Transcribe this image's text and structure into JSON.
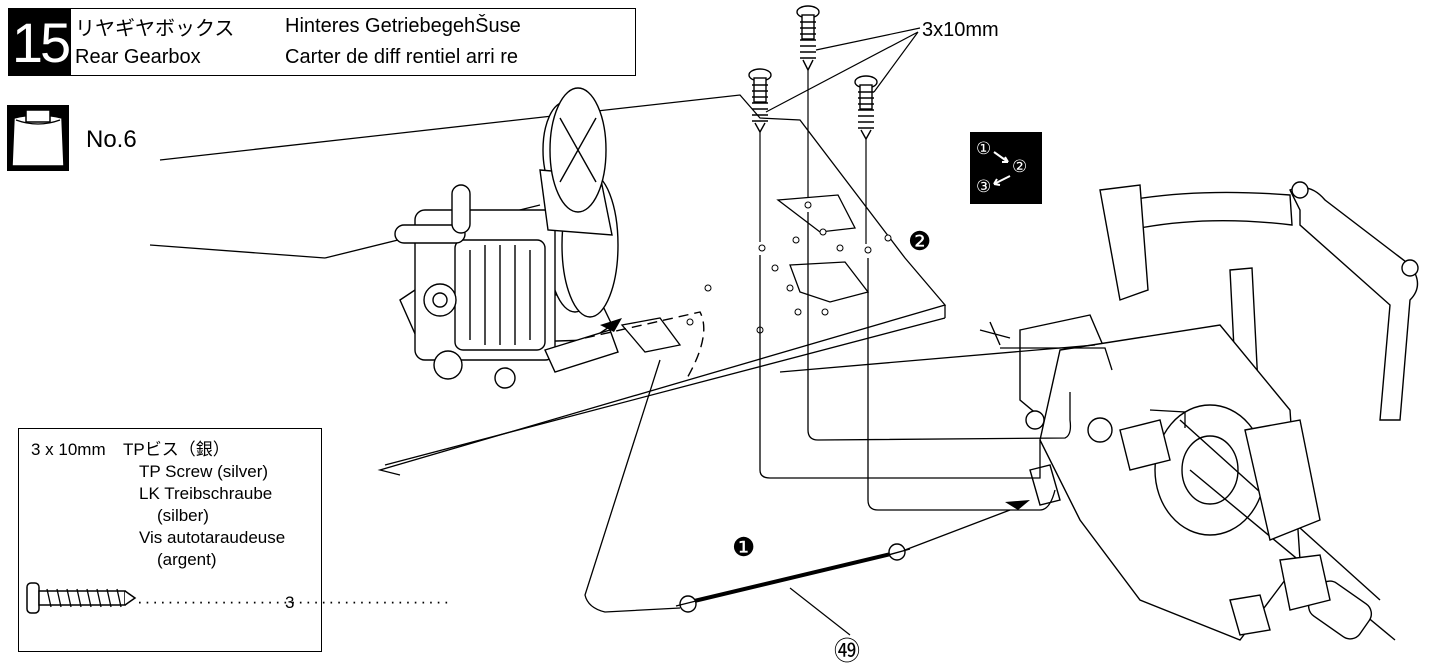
{
  "header": {
    "step_number": "15",
    "title_ja": "リヤギヤボックス",
    "title_en": "Rear Gearbox",
    "title_de": "Hinteres GetriebegehŠuse",
    "title_fr": "Carter de diff rentiel arri re"
  },
  "bag": {
    "label": "No.6"
  },
  "order_box": {
    "steps": [
      "①",
      "②",
      "③"
    ]
  },
  "callouts": {
    "screw_size": "3x10mm",
    "step_one": "❶",
    "step_two": "❷",
    "part_49": "㊾"
  },
  "parts": {
    "size": "3 x 10mm",
    "name_ja": "TPビス（銀）",
    "name_en": "TP Screw (silver)",
    "name_de": "LK Treibschraube",
    "name_de2": "(silber)",
    "name_fr": "Vis autotaraudeuse",
    "name_fr2": "(argent)",
    "quantity": "3"
  },
  "colors": {
    "ink": "#000000",
    "paper": "#ffffff"
  }
}
